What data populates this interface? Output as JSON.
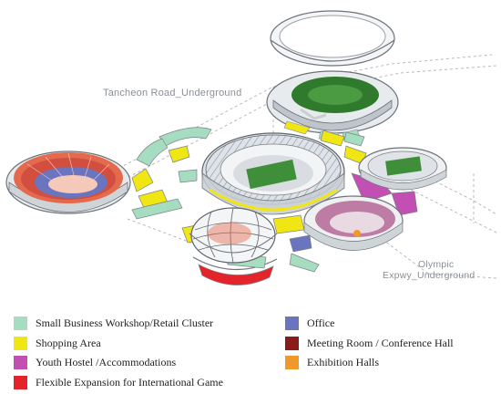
{
  "labels": {
    "tancheon": "Tancheon Road_Underground",
    "olympic_line1": "Olympic",
    "olympic_line2": "Expwy_Underground"
  },
  "colors": {
    "retail": "#a6dcc0",
    "shopping": "#f0e614",
    "hostel": "#c24fb2",
    "flexible": "#e3242b",
    "office": "#6b74bf",
    "meeting": "#8b1a1a",
    "exhibition": "#f0982b",
    "field": "#3f8f3a",
    "shell": "#e9ecef"
  },
  "legend": [
    {
      "key": "retail",
      "label": "Small Business Workshop/Retail Cluster",
      "color": "#a6dcc0"
    },
    {
      "key": "office",
      "label": "Office",
      "color": "#6b74bf"
    },
    {
      "key": "shopping",
      "label": "Shopping Area",
      "color": "#f0e614"
    },
    {
      "key": "meeting",
      "label": "Meeting Room / Conference Hall",
      "color": "#8b1a1a"
    },
    {
      "key": "hostel",
      "label": "Youth Hostel /Accommodations",
      "color": "#c24fb2"
    },
    {
      "key": "exhibition",
      "label": "Exhibition Halls",
      "color": "#f0982b"
    },
    {
      "key": "flexible",
      "label": "Flexible Expansion for International Game",
      "color": "#e3242b"
    }
  ]
}
